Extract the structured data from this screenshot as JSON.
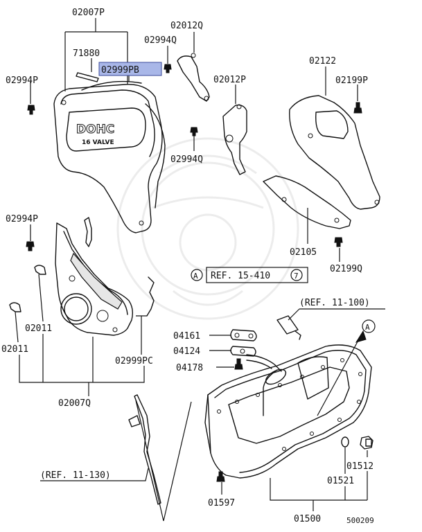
{
  "labels": {
    "p02007P": "02007P",
    "p71880": "71880",
    "p02999PB": "02999PB",
    "p02994P_top": "02994P",
    "p02994Q_top": "02994Q",
    "p02012Q": "02012Q",
    "p02012P": "02012P",
    "p02994Q_mid": "02994Q",
    "p02122": "02122",
    "p02199P": "02199P",
    "p02994P_mid": "02994P",
    "p02105": "02105",
    "p02199Q": "02199Q",
    "ref15_text": "REF. 15-410",
    "ref15_a": "A",
    "ref15_b": "7",
    "ref11_100": "(REF. 11-100)",
    "p04161": "04161",
    "p04124": "04124",
    "p04178": "04178",
    "callout_a": "A",
    "p02011_a": "02011",
    "p02011_b": "02011",
    "p02999PC": "02999PC",
    "p02007Q": "02007Q",
    "ref11_130": "(REF. 11-130)",
    "p01512": "01512",
    "p01521": "01521",
    "p01597": "01597",
    "p01500": "01500",
    "diagram_no": "500209"
  },
  "cover_text": {
    "line1": "DOHC",
    "line2": "16 VALVE"
  },
  "colors": {
    "highlight": "#a9b7e8",
    "ink": "#111111"
  }
}
